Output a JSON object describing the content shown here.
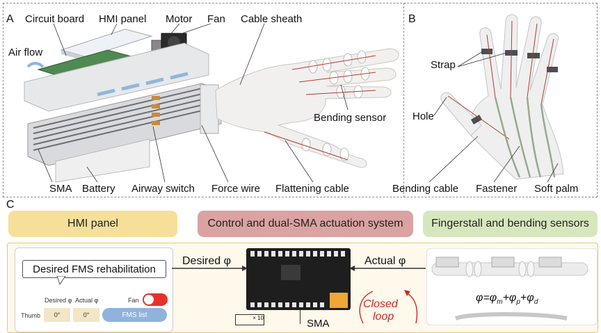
{
  "panels": {
    "a": "A",
    "b": "B",
    "c": "C"
  },
  "panel_a": {
    "circuit_board": "Circuit board",
    "hmi_panel": "HMI panel",
    "motor": "Motor",
    "fan": "Fan",
    "cable_sheath": "Cable sheath",
    "air_flow": "Air flow",
    "bending_sensor": "Bending sensor",
    "sma": "SMA",
    "battery": "Battery",
    "airway_switch": "Airway switch",
    "force_wire": "Force wire",
    "flattening_cable": "Flattening cable"
  },
  "panel_b": {
    "strap": "Strap",
    "hole": "Hole",
    "bending_cable": "Bending cable",
    "fastener": "Fastener",
    "soft_palm": "Soft palm"
  },
  "panel_c": {
    "hmi_panel": "HMI panel",
    "control_system": "Control and dual-SMA actuation system",
    "fingerstall": "Fingerstall and bending sensors",
    "desired_fms": "Desired FMS rehabilitation",
    "desired_phi": "Desired φ",
    "actual_phi": "Actual φ",
    "closed": "Closed",
    "loop": "loop",
    "equation": {
      "lhs": "φ=φ",
      "m": "m",
      "plus1": "+φ",
      "p": "p",
      "plus2": "+φ",
      "d": "d"
    },
    "table": {
      "col_desired": "Desired φ",
      "col_actual": "Actual φ",
      "fan_label": "Fan",
      "row_thumb": "Thumb",
      "thumb_desired": "0°",
      "thumb_actual": "0°",
      "fms_list": "FMS list"
    },
    "small_text": "× 10",
    "sma_partial": "SMA"
  },
  "colors": {
    "hmi": "#f6df99",
    "control": "#dba2a2",
    "finger": "#d7e7bd",
    "loop_red": "#d0262b",
    "fan_toggle": "#e8302c"
  }
}
